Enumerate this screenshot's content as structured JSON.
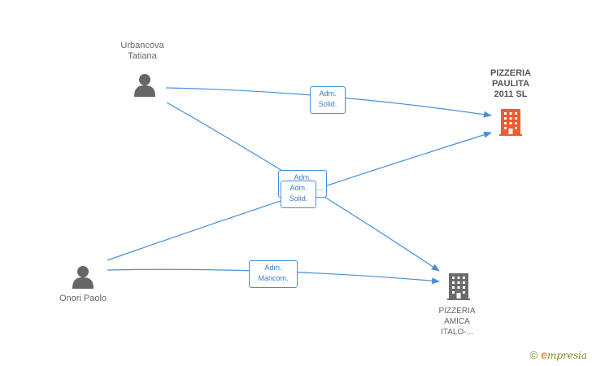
{
  "colors": {
    "edge": "#4a8fd6",
    "person_icon": "#666666",
    "company_main": "#ef5a2e",
    "company_other": "#6b6b6b"
  },
  "persons": [
    {
      "id": "urbancova",
      "name_line1": "Urbancova",
      "name_line2": "Tatiana",
      "icon": "person-icon"
    },
    {
      "id": "onori",
      "name_line1": "Onori Paolo",
      "name_line2": "",
      "icon": "person-icon"
    }
  ],
  "companies": [
    {
      "id": "paulita",
      "lines": [
        "PIZZERIA",
        "PAULITA",
        "2011 SL"
      ],
      "icon": "building-icon",
      "highlight": true
    },
    {
      "id": "amica",
      "lines": [
        "PIZZERIA",
        "AMICA",
        "ITALO-..."
      ],
      "icon": "building-icon",
      "highlight": false
    }
  ],
  "edge_labels": [
    {
      "id": "e1",
      "line1": "Adm.",
      "line2": "Solid."
    },
    {
      "id": "e2",
      "line1": "Adm.",
      "line2": "..."
    },
    {
      "id": "e3",
      "line1": "Adm.",
      "line2": "Solid."
    },
    {
      "id": "e4",
      "line1": "Adm.",
      "line2": "Mancom."
    }
  ],
  "footer": {
    "copyright_symbol": "©",
    "brand_first_letter": "e",
    "brand_rest": "mpresia"
  }
}
